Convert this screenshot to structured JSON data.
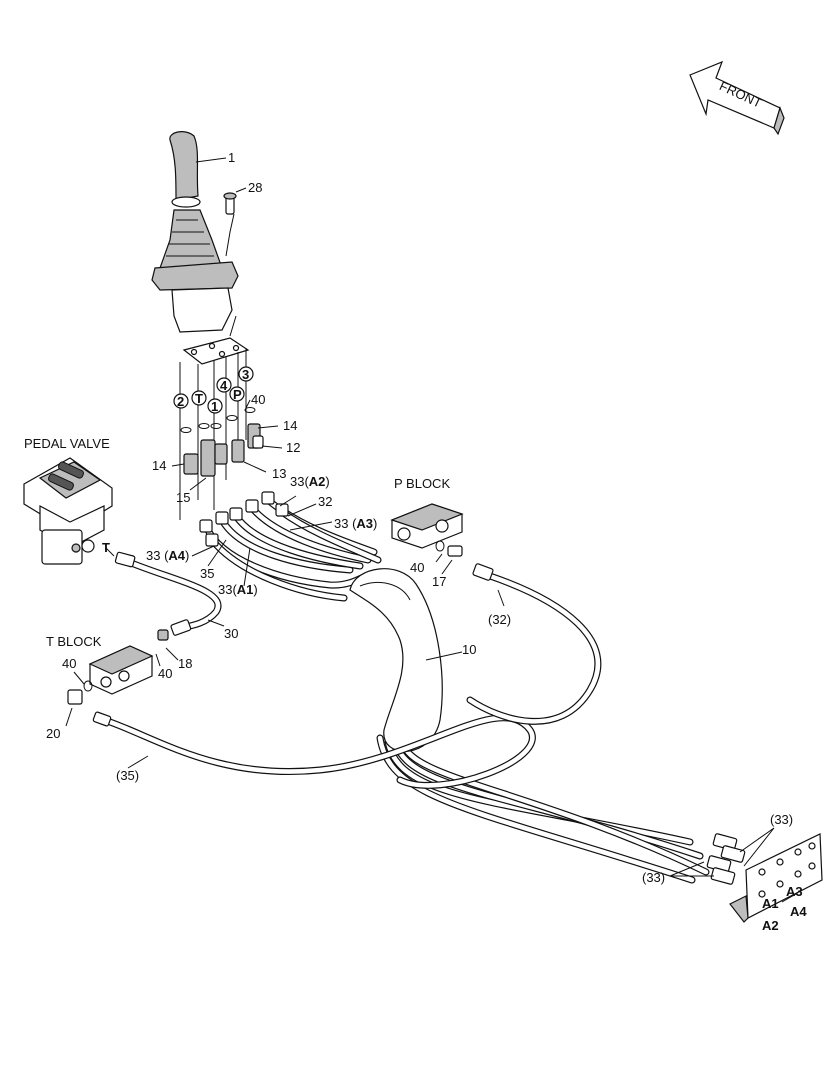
{
  "labels": {
    "front": "FRONT",
    "pedal_valve": "PEDAL VALVE",
    "p_block": "P BLOCK",
    "t_block": "T BLOCK",
    "t_port": "T",
    "n1": "1",
    "n28": "28",
    "n40a": "40",
    "n14a": "14",
    "n12": "12",
    "n13": "13",
    "n14b": "14",
    "n15": "15",
    "n33_a2": "33(",
    "a2_bold": "A2",
    "close_a2": ")",
    "n32": "32",
    "n33_a3": "33 (",
    "a3_bold": "A3",
    "close_a3": ")",
    "n33_a4": "33 (",
    "a4_bold": "A4",
    "close_a4": ")",
    "n35": "35",
    "n33_a1": "33(",
    "a1_bold": "A1",
    "close_a1": ")",
    "n40b": "40",
    "n17": "17",
    "n32p": "(32)",
    "n30": "30",
    "n18": "18",
    "n40c": "40",
    "n40d": "40",
    "n20": "20",
    "n10": "10",
    "n35p": "(35)",
    "n33p_top": "(33)",
    "n33p_left": "(33)",
    "port_a1": "A1",
    "port_a2": "A2",
    "port_a3": "A3",
    "port_a4": "A4",
    "circle_2": "2",
    "circle_t": "T",
    "circle_1": "1",
    "circle_4": "4",
    "circle_p": "P",
    "circle_3": "3"
  }
}
